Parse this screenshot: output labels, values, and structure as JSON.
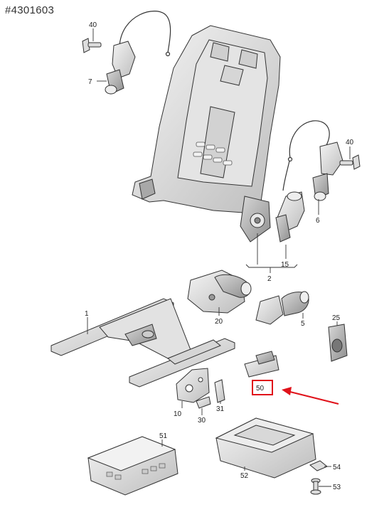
{
  "document_number": "#4301603",
  "callouts": {
    "c1": "1",
    "c2": "2",
    "c5": "5",
    "c6": "6",
    "c7": "7",
    "c10": "10",
    "c15": "15",
    "c20": "20",
    "c25": "25",
    "c30": "30",
    "c31": "31",
    "c40a": "40",
    "c40b": "40",
    "c50": "50",
    "c51": "51",
    "c52": "52",
    "c53": "53",
    "c54": "54"
  },
  "highlight": {
    "target": "50",
    "color": "#e0121a"
  }
}
